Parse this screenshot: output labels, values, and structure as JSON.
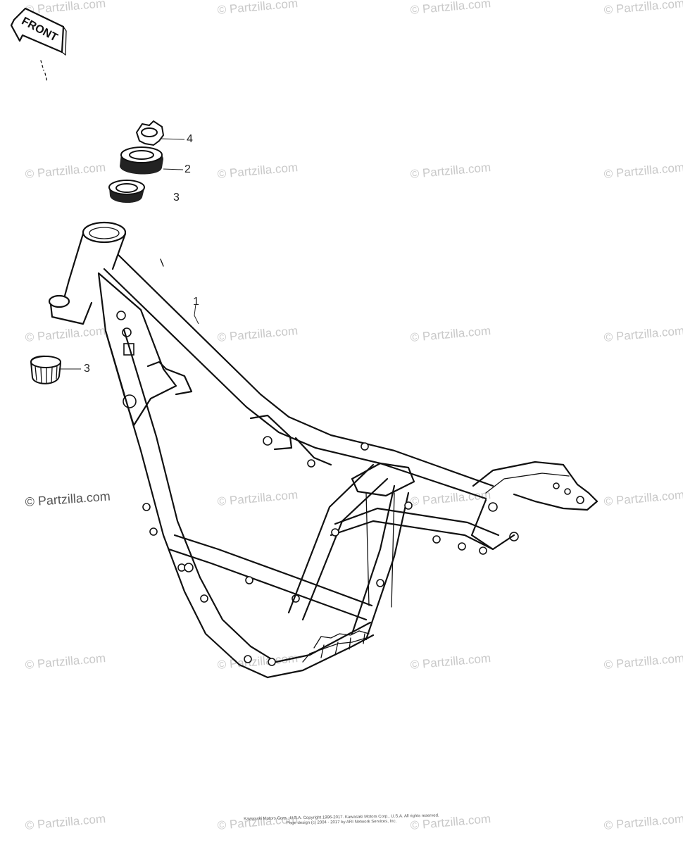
{
  "front_arrow": {
    "label": "FRONT"
  },
  "watermark": {
    "text": "© Partzilla.com"
  },
  "callouts": [
    {
      "id": "4",
      "label": "4"
    },
    {
      "id": "2",
      "label": "2"
    },
    {
      "id": "3-top",
      "label": "3"
    },
    {
      "id": "1",
      "label": "1"
    },
    {
      "id": "3-left",
      "label": "3"
    }
  ],
  "copyright": {
    "line1": "Kawasaki Motors Corp., U.S.A. Copyright 1996-2017. Kawasaki Motors Corp., U.S.A. All rights reserved.",
    "line2": "Page design (c) 2004 - 2017 by ARI Network Services, Inc."
  }
}
